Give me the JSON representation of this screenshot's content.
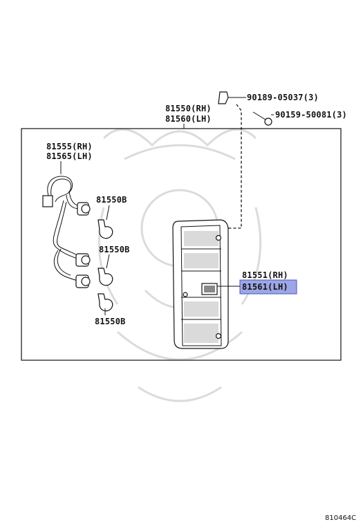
{
  "labels": {
    "assy_rh": "81550(RH)",
    "assy_lh": "81560(LH)",
    "socket_rh": "81555(RH)",
    "socket_lh": "81565(LH)",
    "bulb_1": "81550B",
    "bulb_2": "81550B",
    "bulb_3": "81550B",
    "lens_rh": "81551(RH)",
    "lens_lh": "81561(LH)",
    "clip": "90189-05037(3)",
    "screw": "90159-50081(3)",
    "diagram_code": "810464C"
  },
  "colors": {
    "highlight": "#9da6e6",
    "line": "#111111"
  }
}
